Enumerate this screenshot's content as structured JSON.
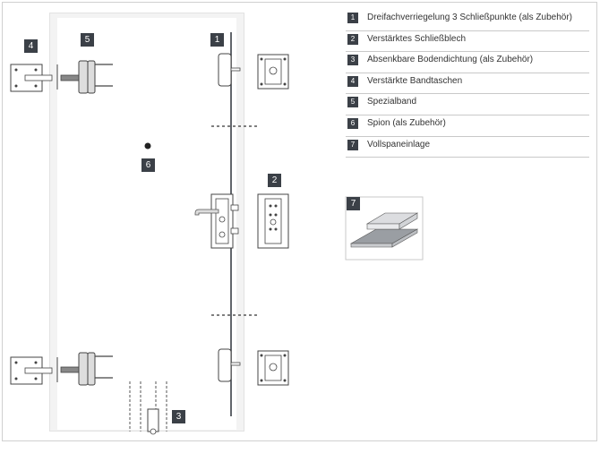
{
  "diagram": {
    "badges": {
      "b1": "1",
      "b2": "2",
      "b3": "3",
      "b4": "4",
      "b5": "5",
      "b6": "6",
      "b7": "7"
    }
  },
  "legend": {
    "items": [
      {
        "num": "1",
        "label": "Dreifachverriegelung 3 Schließpunkte (als Zubehör)"
      },
      {
        "num": "2",
        "label": "Verstärktes Schließblech"
      },
      {
        "num": "3",
        "label": "Absenkbare Bodendichtung (als Zubehör)"
      },
      {
        "num": "4",
        "label": "Verstärkte Bandtaschen"
      },
      {
        "num": "5",
        "label": "Spezialband"
      },
      {
        "num": "6",
        "label": "Spion (als Zubehör)"
      },
      {
        "num": "7",
        "label": "Vollspaneinlage"
      }
    ]
  },
  "colors": {
    "badge": "#3b4047",
    "line": "#555a60",
    "door": "#ffffff"
  }
}
